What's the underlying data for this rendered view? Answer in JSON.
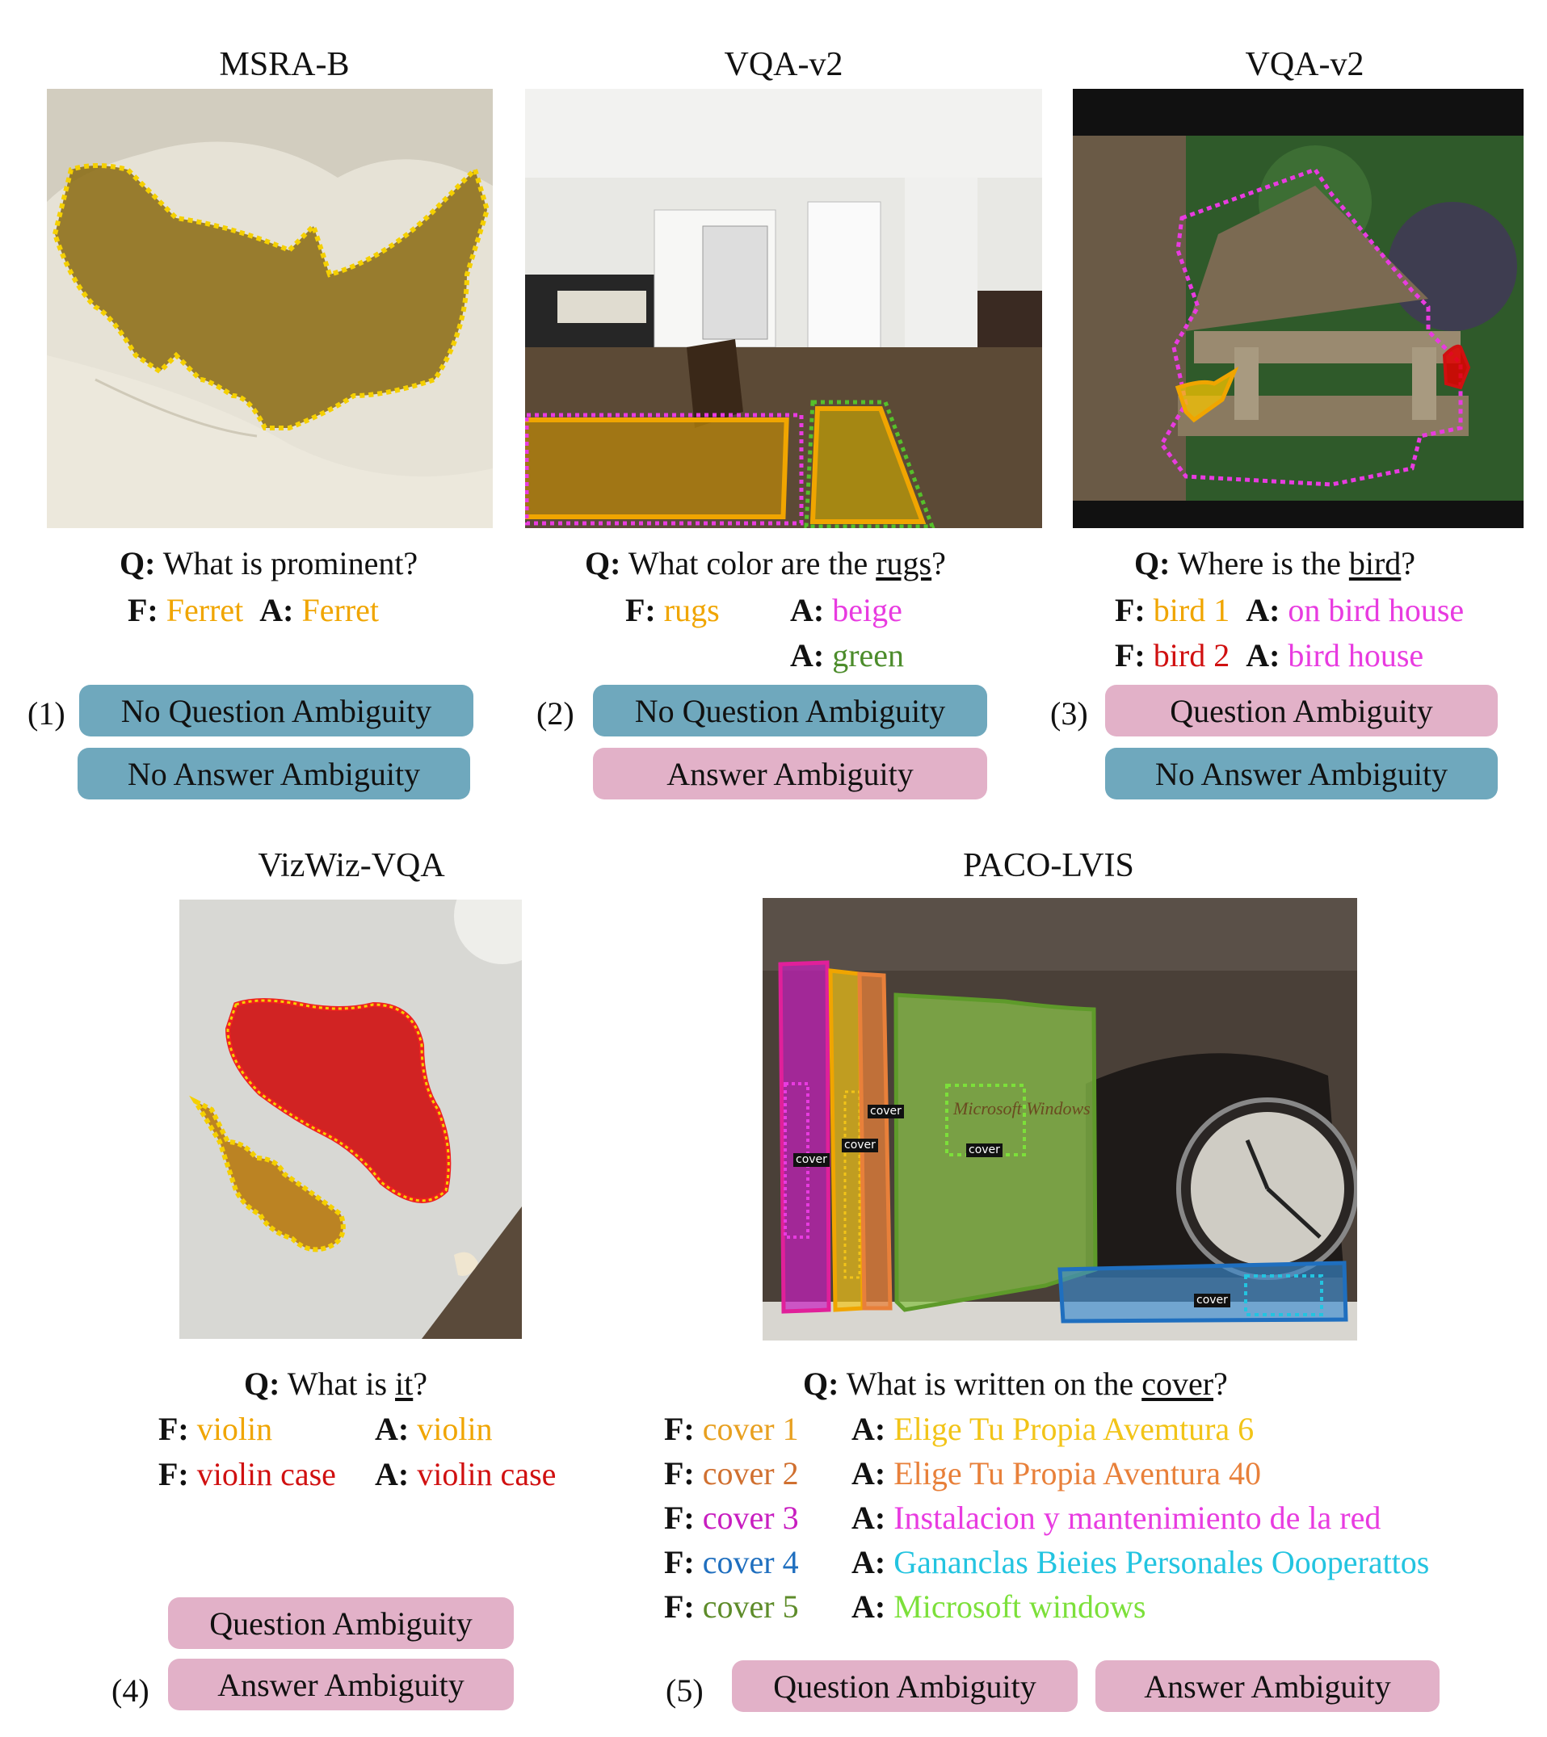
{
  "panels": {
    "p1": {
      "title": "MSRA-B",
      "q_label": "Q:",
      "question": "What is prominent?",
      "f_label": "F:",
      "f": "Ferret",
      "a_label": "A:",
      "a": "Ferret",
      "index": "(1)",
      "badge_q": "No Question Ambiguity",
      "badge_a": "No Answer Ambiguity"
    },
    "p2": {
      "title": "VQA-v2",
      "q_label": "Q:",
      "question_pre": "What color are the ",
      "question_u": "rugs",
      "question_post": "?",
      "f_label": "F:",
      "f": "rugs",
      "a_label": "A:",
      "a1": "beige",
      "a2": "green",
      "index": "(2)",
      "badge_q": "No Question Ambiguity",
      "badge_a": "Answer Ambiguity"
    },
    "p3": {
      "title": "VQA-v2",
      "q_label": "Q:",
      "question_pre": "Where is the ",
      "question_u": "bird",
      "question_post": "?",
      "f_label": "F:",
      "a_label": "A:",
      "f1": "bird 1",
      "a1": "on bird house",
      "f2": "bird 2",
      "a2": "bird house",
      "index": "(3)",
      "badge_q": "Question Ambiguity",
      "badge_a": "No Answer Ambiguity"
    },
    "p4": {
      "title": "VizWiz-VQA",
      "q_label": "Q:",
      "question_pre": "What is ",
      "question_u": "it",
      "question_post": "?",
      "f_label": "F:",
      "a_label": "A:",
      "f1": "violin",
      "a1": "violin",
      "f2": "violin case",
      "a2": "violin case",
      "index": "(4)",
      "badge_q": "Question Ambiguity",
      "badge_a": "Answer Ambiguity"
    },
    "p5": {
      "title": "PACO-LVIS",
      "q_label": "Q:",
      "question_pre": "What is written on the ",
      "question_u": "cover",
      "question_post": "?",
      "f_label": "F:",
      "a_label": "A:",
      "rows": [
        {
          "f": "cover 1",
          "a": "Elige Tu Propia Avemtura 6"
        },
        {
          "f": "cover 2",
          "a": "Elige Tu Propia Aventura 40"
        },
        {
          "f": "cover 3",
          "a": "Instalacion y mantenimiento de la red"
        },
        {
          "f": "cover 4",
          "a": "Gananclas Bieies Personales Oooperattos"
        },
        {
          "f": "cover 5",
          "a": "Microsoft windows"
        }
      ],
      "tag": "cover",
      "book_text": "Microsoft Windows",
      "index": "(5)",
      "badge_q": "Question Ambiguity",
      "badge_a": "Answer Ambiguity"
    }
  },
  "colors": {
    "yellow": "#f0a500",
    "magenta": "#e83be0",
    "green": "#4c8c2b",
    "red": "#d01010",
    "orange": "#e8803a",
    "lightyellow": "#f2c418",
    "purple": "#c81ec0",
    "blue": "#1f6fbf",
    "cyan": "#23c4e0",
    "lime": "#7ce03a",
    "olive": "#5e8c2a",
    "badge_blue": "#6fa8bd",
    "badge_pink": "#e2b1c8"
  }
}
